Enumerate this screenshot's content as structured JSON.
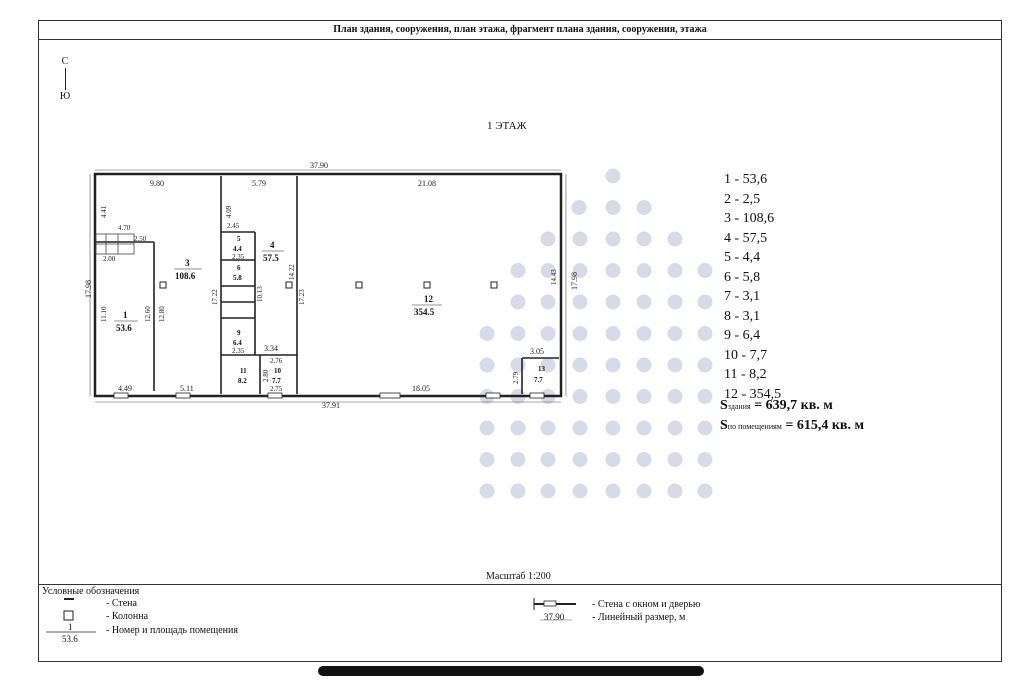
{
  "header": {
    "title": "План здания, сооружения, план этажа, фрагмент плана здания, сооружения, этажа"
  },
  "compass": {
    "north": "С",
    "south": "Ю"
  },
  "floor": {
    "title": "1 ЭТАЖ"
  },
  "plan_dims": {
    "top_total": "37.90",
    "top_a": "9.80",
    "top_b": "5.79",
    "top_c": "21.08",
    "left_h": "17.98",
    "right_h": "17.98",
    "d441": "4.41",
    "d470": "4.70",
    "d250": "2.50",
    "d200": "2.00",
    "d1110": "11.10",
    "d1260": "12.60",
    "d1280": "12.80",
    "d1722": "17.22",
    "d1723": "17.23",
    "d1013": "10.13",
    "d1422": "14.22",
    "d1443": "14.43",
    "d409": "4.09",
    "d245": "2.45",
    "d235a": "2.35",
    "d235b": "2.35",
    "d334": "3.34",
    "d305": "3.05",
    "d279": "2.79",
    "d276": "2.76",
    "d275": "2.75",
    "d280": "2.80",
    "d449": "4.49",
    "d511": "5.11",
    "d1805": "18.05",
    "bottom_total": "37.91"
  },
  "rooms": [
    {
      "num": "1",
      "area": "53.6"
    },
    {
      "num": "3",
      "area": "108.6"
    },
    {
      "num": "4",
      "area": "57.5"
    },
    {
      "num": "5",
      "area": "4.4"
    },
    {
      "num": "6",
      "area": "5.8"
    },
    {
      "num": "9",
      "area": "6.4"
    },
    {
      "num": "11",
      "area": "8.2"
    },
    {
      "num": "10",
      "area": "7.7"
    },
    {
      "num": "12",
      "area": "354.5"
    },
    {
      "num": "13",
      "area": "7.7"
    }
  ],
  "areas": [
    "1 - 53,6",
    "2 - 2,5",
    "3 - 108,6",
    "4 - 57,5",
    "5 - 4,4",
    "6 - 5,8",
    "7 - 3,1",
    "8 - 3,1",
    "9 - 6,4",
    "10 - 7,7",
    "11 - 8,2",
    "12 - 354,5"
  ],
  "totals": {
    "building_prefix": "S",
    "building_sub": "здания",
    "building_value": " = 639,7 кв. м",
    "rooms_prefix": "S",
    "rooms_sub": "по помещениям",
    "rooms_value": " = 615,4 кв. м"
  },
  "scale": {
    "label": "Масштаб 1:200"
  },
  "legend": {
    "title": "Условные обозначения",
    "wall": "- Стена",
    "column": "- Колонна",
    "room": "- Номер и площадь помещения",
    "room_num": "1",
    "room_area": "53.6",
    "wall_window_door": "- Стена с окном и дверью",
    "linear": "- Линейный размер, м",
    "linear_sample": "37.90"
  },
  "colors": {
    "ink": "#222222",
    "watermark": "#c9cfe0"
  }
}
